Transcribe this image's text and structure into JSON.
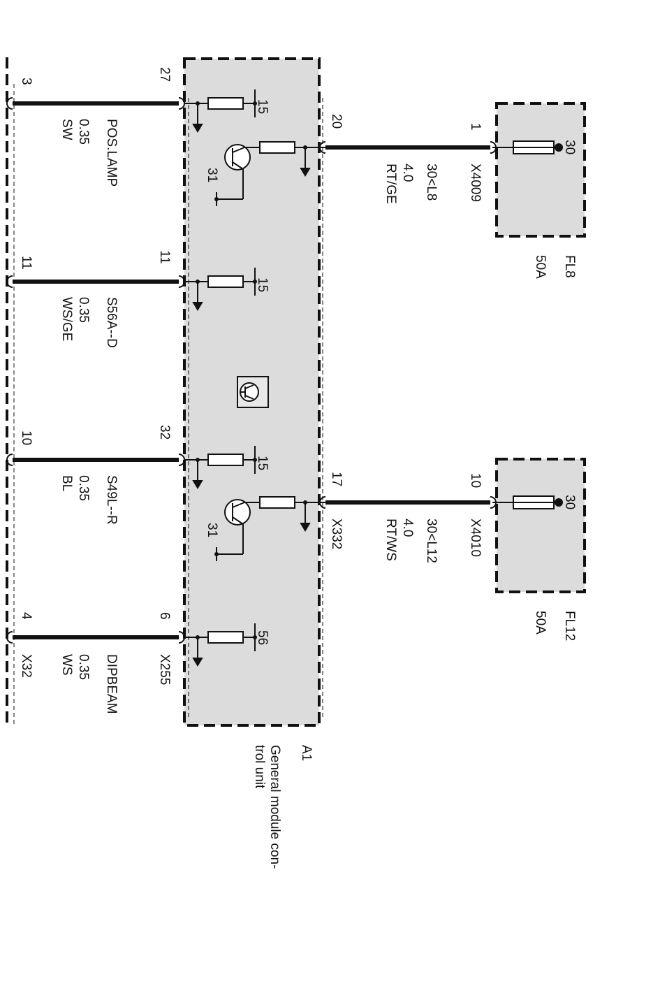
{
  "module": {
    "id": "A1",
    "name_line1": "General module con-",
    "name_line2": "trol unit",
    "connector_left": "X255",
    "connector_right": "X332"
  },
  "left_connector": {
    "id": "X32"
  },
  "fuses": [
    {
      "id": "FL8",
      "rating": "50A",
      "terminal": "30",
      "connector": "X4009",
      "pin": "1"
    },
    {
      "id": "FL12",
      "rating": "50A",
      "terminal": "30",
      "connector": "X4010",
      "pin": "10"
    }
  ],
  "supply_wires": [
    {
      "pin": "20",
      "circuit": "30<L8",
      "size": "4.0",
      "color": "RT/GE"
    },
    {
      "pin": "17",
      "circuit": "30<L12",
      "size": "4.0",
      "color": "RT/WS"
    }
  ],
  "output_wires": [
    {
      "pin_module": "27",
      "pin_left": "3",
      "name": "POS.LAMP",
      "size": "0.35",
      "color": "SW",
      "terminal": "15"
    },
    {
      "pin_module": "11",
      "pin_left": "11",
      "name": "S56A--D",
      "size": "0.35",
      "color": "WS/GE",
      "terminal": "15"
    },
    {
      "pin_module": "32",
      "pin_left": "10",
      "name": "S49L--R",
      "size": "0.35",
      "color": "BL",
      "terminal": "15"
    },
    {
      "pin_module": "6",
      "pin_left": "4",
      "name": "DIPBEAM",
      "size": "0.35",
      "color": "WS",
      "terminal": "56"
    }
  ],
  "ground_terminal": "31"
}
